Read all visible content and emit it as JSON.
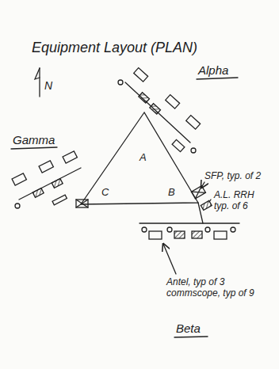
{
  "diagram": {
    "title": "Equipment Layout (PLAN)",
    "labels": [
      "N",
      "Alpha",
      "Gamma",
      "A",
      "C",
      "B",
      "SFP, typ. of 2",
      "A.L. RRH typ. of 6",
      "Antel, typ of 3 commscope, typ of 9",
      "Beta"
    ]
  }
}
